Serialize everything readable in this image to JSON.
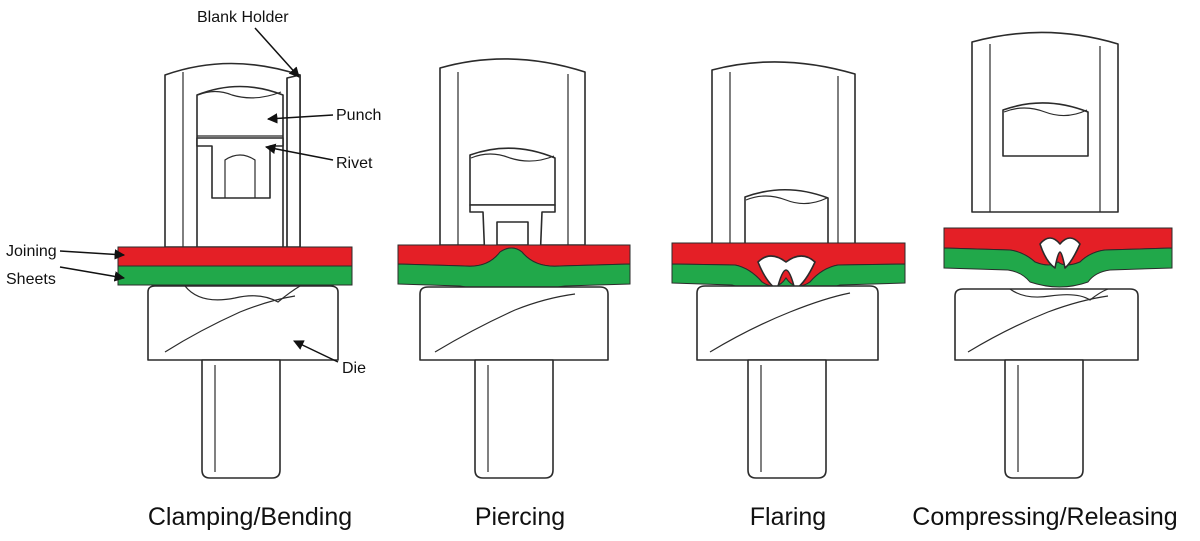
{
  "labels": {
    "blank_holder": "Blank Holder",
    "punch": "Punch",
    "rivet": "Rivet",
    "joining_line1": "Joining",
    "joining_line2": "Sheets",
    "die": "Die"
  },
  "stages": [
    {
      "caption": "Clamping/Bending"
    },
    {
      "caption": "Piercing"
    },
    {
      "caption": "Flaring"
    },
    {
      "caption": "Compressing/Releasing"
    }
  ],
  "colors": {
    "top_sheet": "#e41f26",
    "bottom_sheet": "#21a84a",
    "outline": "#2b2b2b"
  }
}
